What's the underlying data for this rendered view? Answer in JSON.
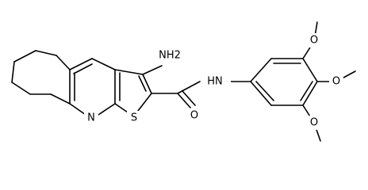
{
  "labels": {
    "amino": "NH2",
    "amide_nh": "HN",
    "carbonyl_o": "O",
    "ring_n": "N",
    "ring_s": "S",
    "methoxy_top": "O",
    "methoxy_mid": "O",
    "methoxy_bot": "O"
  },
  "colors": {
    "bond": "#000000",
    "text": "#000000",
    "background": "#ffffff"
  }
}
